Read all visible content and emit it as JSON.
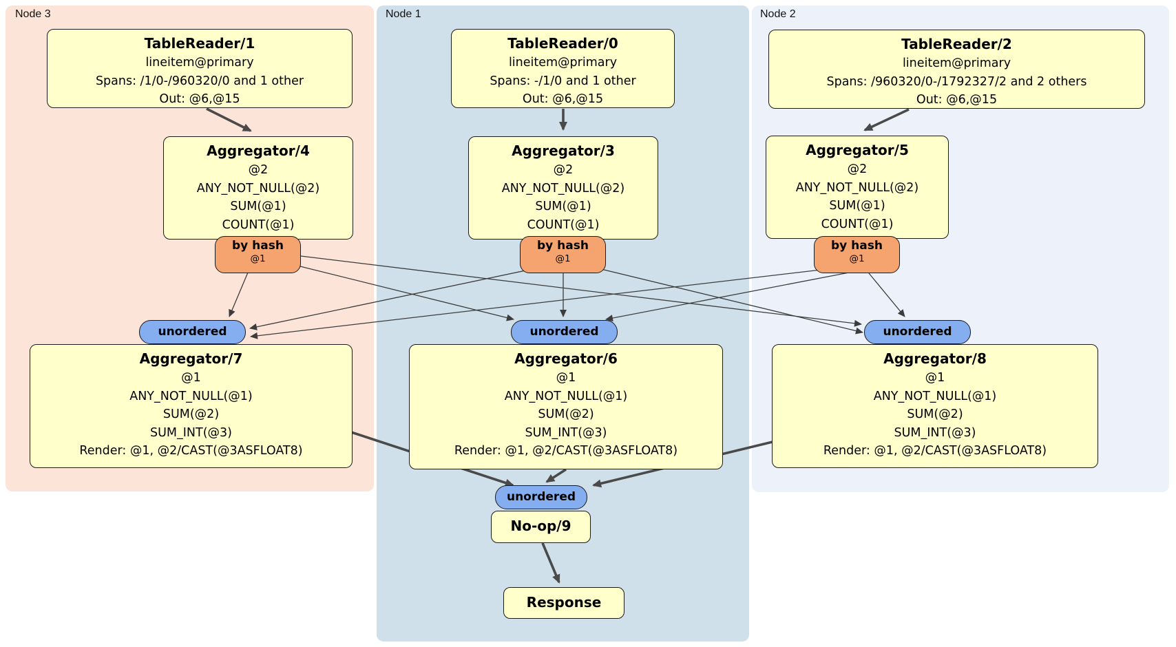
{
  "nodes": [
    {
      "label": "Node 3"
    },
    {
      "label": "Node 1"
    },
    {
      "label": "Node 2"
    }
  ],
  "boxes": {
    "tr1": {
      "title": "TableReader/1",
      "lines": [
        "lineitem@primary",
        "Spans: /1/0-/960320/0 and 1 other",
        "Out: @6,@15"
      ]
    },
    "tr0": {
      "title": "TableReader/0",
      "lines": [
        "lineitem@primary",
        "Spans: -/1/0 and 1 other",
        "Out: @6,@15"
      ]
    },
    "tr2": {
      "title": "TableReader/2",
      "lines": [
        "lineitem@primary",
        "Spans: /960320/0-/1792327/2 and 2 others",
        "Out: @6,@15"
      ]
    },
    "agg4": {
      "title": "Aggregator/4",
      "lines": [
        "@2",
        "ANY_NOT_NULL(@2)",
        "SUM(@1)",
        "COUNT(@1)"
      ]
    },
    "agg3": {
      "title": "Aggregator/3",
      "lines": [
        "@2",
        "ANY_NOT_NULL(@2)",
        "SUM(@1)",
        "COUNT(@1)"
      ]
    },
    "agg5": {
      "title": "Aggregator/5",
      "lines": [
        "@2",
        "ANY_NOT_NULL(@2)",
        "SUM(@1)",
        "COUNT(@1)"
      ]
    },
    "agg7": {
      "title": "Aggregator/7",
      "lines": [
        "@1",
        "ANY_NOT_NULL(@1)",
        "SUM(@2)",
        "SUM_INT(@3)",
        "Render: @1, @2/CAST(@3ASFLOAT8)"
      ]
    },
    "agg6": {
      "title": "Aggregator/6",
      "lines": [
        "@1",
        "ANY_NOT_NULL(@1)",
        "SUM(@2)",
        "SUM_INT(@3)",
        "Render: @1, @2/CAST(@3ASFLOAT8)"
      ]
    },
    "agg8": {
      "title": "Aggregator/8",
      "lines": [
        "@1",
        "ANY_NOT_NULL(@1)",
        "SUM(@2)",
        "SUM_INT(@3)",
        "Render: @1, @2/CAST(@3ASFLOAT8)"
      ]
    },
    "noop": {
      "title": "No-op/9"
    },
    "response": {
      "title": "Response"
    }
  },
  "router": {
    "label": "by hash",
    "tag": "@1"
  },
  "sync": {
    "label": "unordered"
  },
  "colors": {
    "node3-bg": "#fce4d8",
    "node1-bg": "#d0e0ea",
    "node2-bg": "#edf2fa",
    "box-fill": "#ffffcc",
    "box-border": "#1a1a1a",
    "router-fill": "#f6a46f",
    "sync-fill": "#85aef0",
    "edge": "#404040"
  }
}
